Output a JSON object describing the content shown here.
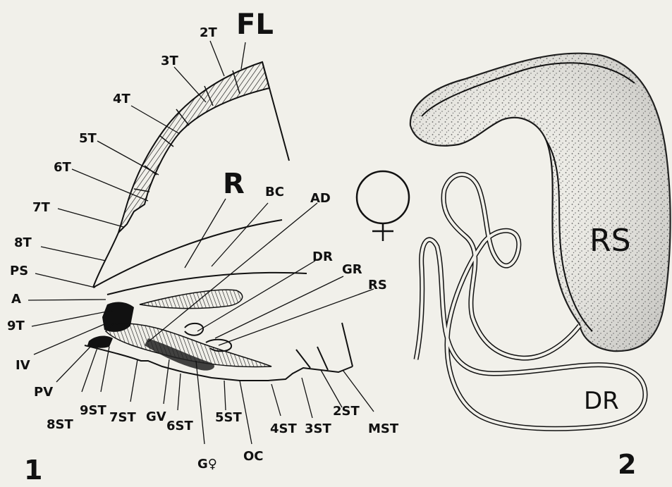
{
  "colors": {
    "paper": "#f1f0ea",
    "ink": "#111111",
    "stipple": "#555555"
  },
  "figure1": {
    "panel_number": "1",
    "labels": {
      "FL": "FL",
      "R": "R",
      "T2": "2T",
      "T3": "3T",
      "T4": "4T",
      "T5": "5T",
      "T6": "6T",
      "T7": "7T",
      "T8": "8T",
      "T9": "9T",
      "PS": "PS",
      "A": "A",
      "IV": "IV",
      "PV": "PV",
      "BC": "BC",
      "AD": "AD",
      "DR": "DR",
      "GR": "GR",
      "RS": "RS",
      "ST8": "8ST",
      "ST9": "9ST",
      "ST7": "7ST",
      "GV": "GV",
      "ST6": "6ST",
      "Gq": "G♀",
      "ST5": "5ST",
      "OC": "OC",
      "ST4": "4ST",
      "ST3": "3ST",
      "ST2": "2ST",
      "MST": "MST"
    },
    "female_symbol": "female-symbol"
  },
  "figure2": {
    "panel_number": "2",
    "labels": {
      "RS": "RS",
      "DR": "DR"
    }
  }
}
